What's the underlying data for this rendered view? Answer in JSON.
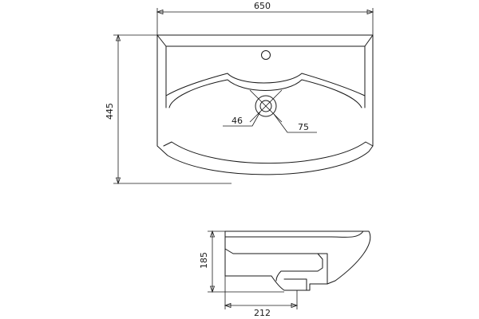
{
  "dimensions": {
    "width": "650",
    "depth": "445",
    "drain_hole": "46",
    "drain_outer": "75",
    "height": "185",
    "side_offset": "212"
  }
}
